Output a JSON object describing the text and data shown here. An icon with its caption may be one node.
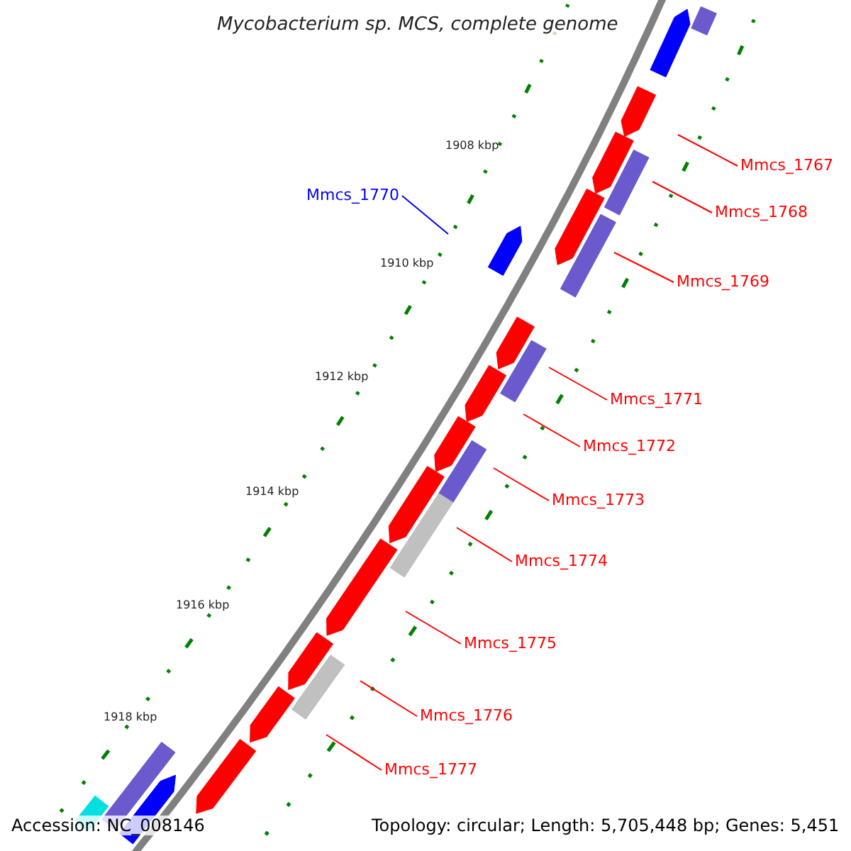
{
  "diagram": {
    "title": "Mycobacterium sp. MCS, complete genome",
    "nodes": [
      {
        "text": [
          "Mmcs_1767"
        ]
      },
      {
        "text": [
          "Mmcs_1770"
        ]
      },
      {
        "text": [
          "Mmcs_1768"
        ]
      },
      {
        "text": [
          "Mmcs_1769"
        ]
      },
      {
        "text": [
          "Mmcs_1771"
        ]
      },
      {
        "text": [
          "Mmcs_1772"
        ]
      },
      {
        "text": [
          "Mmcs_1773"
        ]
      },
      {
        "text": [
          "Mmcs_1774"
        ]
      },
      {
        "text": [
          "Mmcs_1775"
        ]
      },
      {
        "text": [
          "Mmcs_1776"
        ]
      },
      {
        "text": [
          "Mmcs_1777"
        ]
      }
    ],
    "edges": [
      {
        "from": 0,
        "to": null,
        "arrow": "none"
      },
      {
        "from": 1,
        "to": null,
        "arrow": "none",
        "color": "#0000ff"
      },
      {
        "from": 2,
        "to": null,
        "arrow": "none"
      },
      {
        "from": 3,
        "to": null,
        "arrow": "none"
      },
      {
        "from": 4,
        "to": null,
        "arrow": "none"
      },
      {
        "from": 5,
        "to": null,
        "arrow": "none"
      },
      {
        "from": 6,
        "to": null,
        "arrow": "none"
      },
      {
        "from": 7,
        "to": null,
        "arrow": "none"
      },
      {
        "from": 8,
        "to": null,
        "arrow": "none"
      },
      {
        "from": 9,
        "to": null,
        "arrow": "none"
      },
      {
        "from": 10,
        "to": null,
        "arrow": "none"
      }
    ],
    "labels": [
      "1908 kbp",
      "1910 kbp",
      "1912 kbp",
      "1914 kbp",
      "1916 kbp",
      "1918 kbp",
      "Accession: NC_008146",
      "Topology: circular; Length: 5,705,448 bp; Genes: 5,451"
    ]
  }
}
